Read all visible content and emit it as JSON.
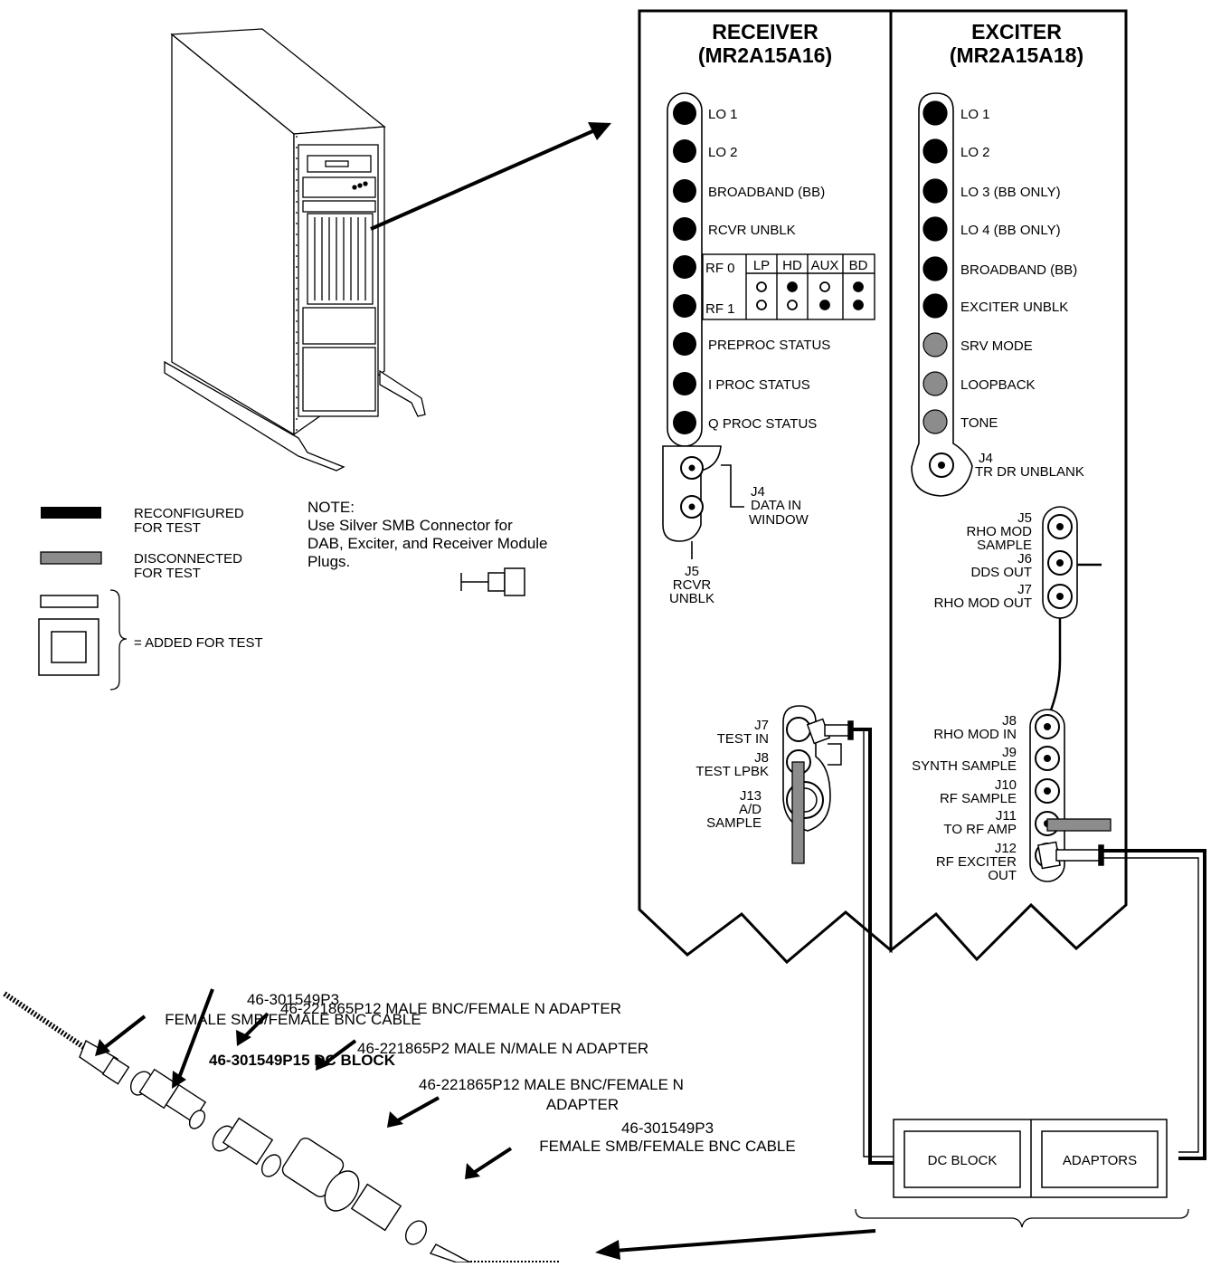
{
  "colors": {
    "reconfigured": "#000000",
    "disconnected": "#8c8c8c",
    "added": "#ffffff",
    "line": "#000000"
  },
  "receiver": {
    "title1": "RECEIVER",
    "title2": "(MR2A15A16)",
    "leds": [
      "LO 1",
      "LO 2",
      "BROADBAND (BB)",
      "RCVR UNBLK",
      "RF 0",
      "RF 1",
      "PREPROC STATUS",
      "I PROC STATUS",
      "Q PROC STATUS"
    ],
    "table_headers": [
      "LP",
      "HD",
      "AUX",
      "BD"
    ],
    "j4": [
      "J4",
      "DATA IN",
      "WINDOW"
    ],
    "j5": [
      "J5",
      "RCVR",
      "UNBLK"
    ],
    "j7": [
      "J7",
      "TEST IN"
    ],
    "j8": [
      "J8",
      "TEST LPBK"
    ],
    "j13": [
      "J13",
      "A/D",
      "SAMPLE"
    ]
  },
  "exciter": {
    "title1": "EXCITER",
    "title2": "(MR2A15A18)",
    "leds": [
      "LO 1",
      "LO 2",
      "LO 3 (BB ONLY)",
      "LO 4 (BB ONLY)",
      "BROADBAND (BB)",
      "EXCITER UNBLK",
      "SRV MODE",
      "LOOPBACK",
      "TONE"
    ],
    "j4": [
      "J4",
      "TR DR UNBLANK"
    ],
    "j5": [
      "J5",
      "RHO MOD",
      "SAMPLE"
    ],
    "j6": [
      "J6",
      "DDS OUT"
    ],
    "j7": [
      "J7",
      "RHO MOD OUT"
    ],
    "j8": [
      "J8",
      "RHO MOD IN"
    ],
    "j9": [
      "J9",
      "SYNTH SAMPLE"
    ],
    "j10": [
      "J10",
      "RF SAMPLE"
    ],
    "j11": [
      "J11",
      "TO RF AMP"
    ],
    "j12": [
      "J12",
      "RF EXCITER",
      "OUT"
    ]
  },
  "legend": {
    "reconfigured": [
      "RECONFIGURED",
      "FOR TEST"
    ],
    "disconnected": [
      "DISCONNECTED",
      "FOR TEST"
    ],
    "added": "= ADDED FOR TEST"
  },
  "note": {
    "heading": "NOTE:",
    "lines": [
      "Use Silver SMB Connector for",
      "DAB, Exciter, and Receiver Module",
      "Plugs."
    ]
  },
  "boxes": {
    "dc_block": "DC BLOCK",
    "adaptors": "ADAPTORS"
  },
  "parts": {
    "p1": [
      "46-301549P3",
      "FEMALE SMB/FEMALE BNC CABLE"
    ],
    "p2": "46-301549P15 DC BLOCK",
    "p3": "46-221865P12 MALE BNC/FEMALE N ADAPTER",
    "p4": "46-221865P2 MALE N/MALE N ADAPTER",
    "p5": [
      "46-221865P12 MALE BNC/FEMALE N",
      "ADAPTER"
    ],
    "p6": [
      "46-301549P3",
      "FEMALE SMB/FEMALE BNC CABLE"
    ]
  }
}
